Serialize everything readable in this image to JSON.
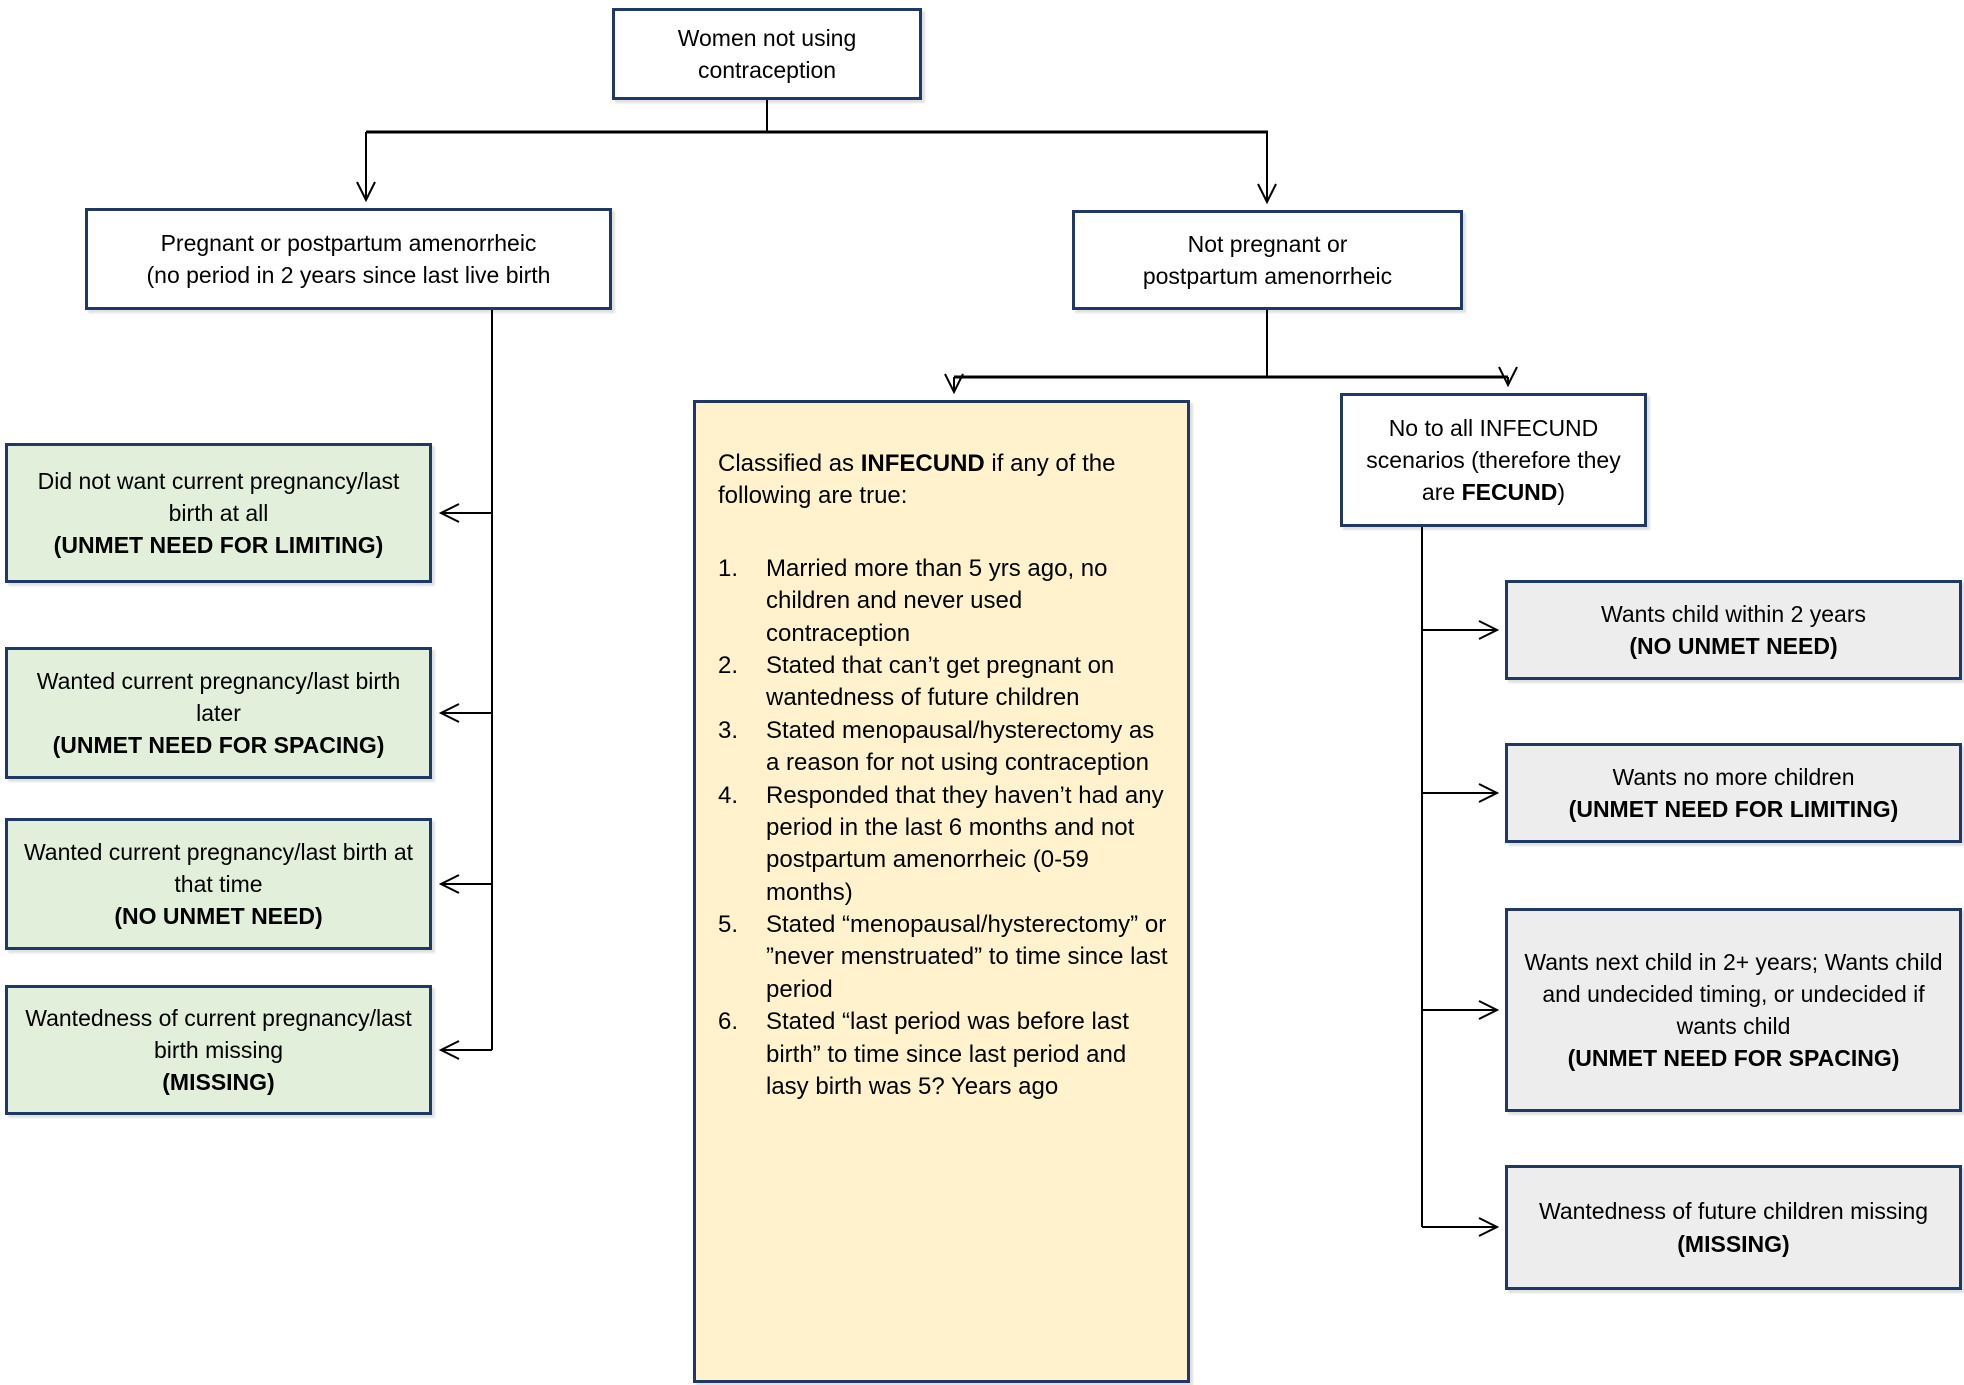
{
  "diagram": {
    "root": {
      "text": "Women not using contraception"
    },
    "branch_left": {
      "line1": "Pregnant or postpartum amenorrheic",
      "line2": "(no period in 2 years since last live birth"
    },
    "branch_right": {
      "line1": "Not pregnant or",
      "line2": "postpartum amenorrheic"
    },
    "left_outcomes": [
      {
        "text": "Did not want current pregnancy/last birth at all",
        "category": "(UNMET NEED FOR LIMITING)"
      },
      {
        "text": "Wanted current pregnancy/last birth later",
        "category": "(UNMET NEED FOR SPACING)"
      },
      {
        "text": "Wanted current pregnancy/last birth at that time",
        "category": "(NO UNMET NEED)"
      },
      {
        "text": "Wantedness of current pregnancy/last birth missing",
        "category": "(MISSING)"
      }
    ],
    "infecund_box": {
      "intro_before": "Classified as ",
      "intro_bold": "INFECUND",
      "intro_after": " if any of the following are true:",
      "items": [
        {
          "num": "1.",
          "text": "Married more than 5 yrs ago, no children and never used contraception"
        },
        {
          "num": "2.",
          "text": "Stated that can’t get pregnant on wantedness of future children"
        },
        {
          "num": "3.",
          "text": "Stated menopausal/hysterectomy as a reason for not using contraception"
        },
        {
          "num": "4.",
          "text": "Responded that they haven’t had any period in the last 6 months and not postpartum amenorrheic (0-59 months)"
        },
        {
          "num": "5.",
          "text": "Stated “menopausal/hysterectomy” or ”never menstruated” to time since last period"
        },
        {
          "num": "6.",
          "text": "Stated “last period was before last birth” to time since last period and lasy birth was 5? Years ago"
        }
      ]
    },
    "fecund_box": {
      "before": "No to all INFECUND scenarios (therefore they are ",
      "bold": "FECUND",
      "after": ")"
    },
    "right_outcomes": [
      {
        "text": "Wants child within 2 years",
        "category": "(NO UNMET NEED)"
      },
      {
        "text": "Wants no more children",
        "category": "(UNMET NEED FOR LIMITING)"
      },
      {
        "text": "Wants next child in 2+ years; Wants child and undecided timing, or undecided if wants child",
        "category": "(UNMET NEED FOR SPACING)"
      },
      {
        "text": "Wantedness of future children missing",
        "category": "(MISSING)"
      }
    ],
    "colors": {
      "box_border": "#1F3864",
      "green_fill": "#E2EFDA",
      "yellow_fill": "#FFF2CC",
      "gray_fill": "#EDEDED",
      "white_fill": "#FFFFFF",
      "connector": "#000000"
    }
  }
}
